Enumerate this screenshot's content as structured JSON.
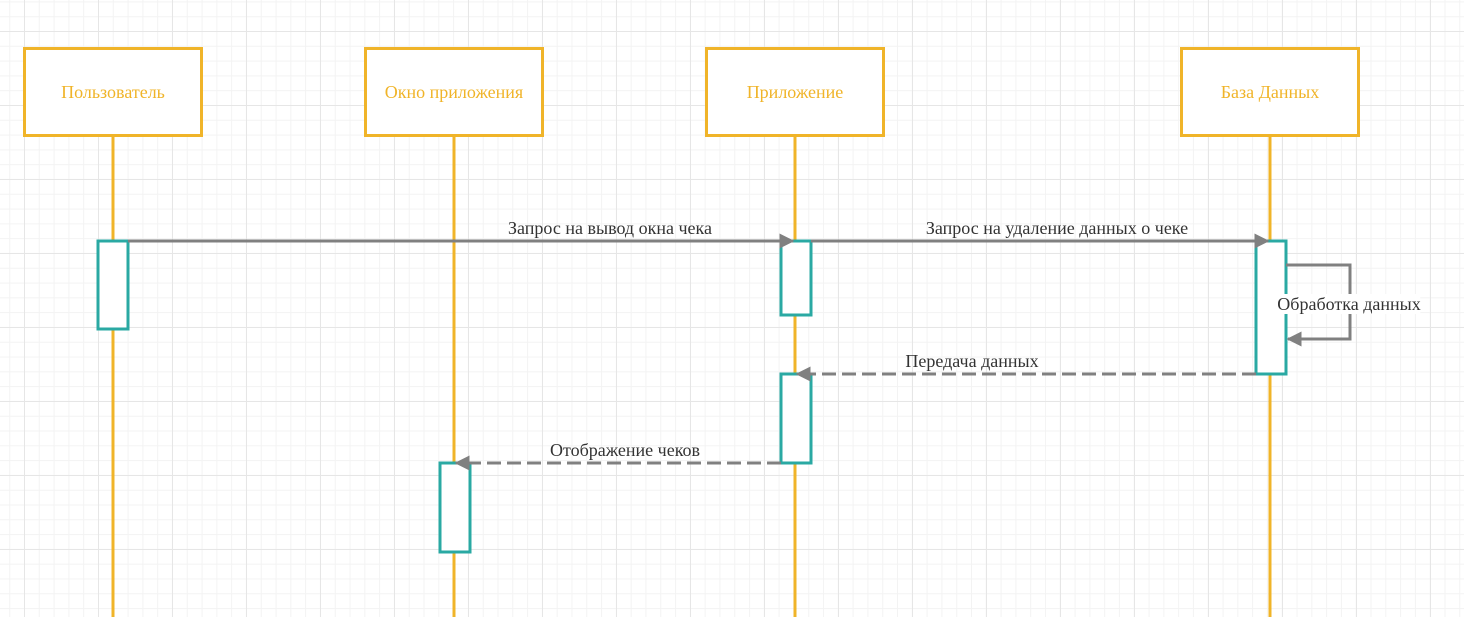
{
  "diagram": {
    "type": "sequence",
    "colors": {
      "lifeline": "#f0b429",
      "activation": "#2aa9a3",
      "arrow": "#808080",
      "text": "#333333"
    },
    "participants": [
      {
        "id": "user",
        "label": "Пользователь"
      },
      {
        "id": "window",
        "label": "Окно приложения"
      },
      {
        "id": "app",
        "label": "Приложение"
      },
      {
        "id": "db",
        "label": "База Данных"
      }
    ],
    "messages": [
      {
        "from": "user",
        "to": "app",
        "label": "Запрос на вывод окна чека",
        "style": "solid"
      },
      {
        "from": "app",
        "to": "db",
        "label": "Запрос на удаление данных о чеке",
        "style": "solid"
      },
      {
        "from": "db",
        "to": "db",
        "label": "Обработка данных",
        "style": "solid-self"
      },
      {
        "from": "db",
        "to": "app",
        "label": "Передача данных",
        "style": "dashed"
      },
      {
        "from": "app",
        "to": "window",
        "label": "Отображение чеков",
        "style": "dashed"
      }
    ]
  }
}
